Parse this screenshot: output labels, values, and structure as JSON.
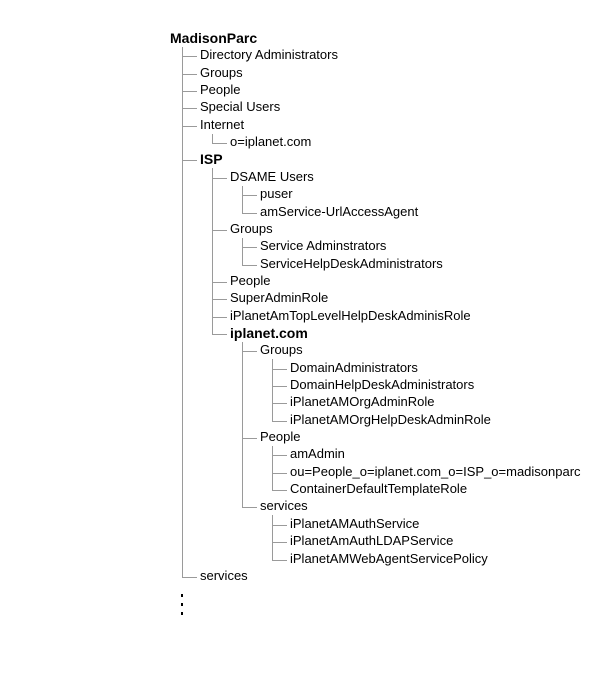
{
  "tree": {
    "label": "MadisonParc",
    "bold": true,
    "children": [
      {
        "label": "Directory Administrators"
      },
      {
        "label": "Groups"
      },
      {
        "label": "People"
      },
      {
        "label": "Special Users"
      },
      {
        "label": "Internet",
        "children": [
          {
            "label": "o=iplanet.com"
          }
        ]
      },
      {
        "label": "ISP",
        "bold": true,
        "children": [
          {
            "label": "DSAME Users",
            "children": [
              {
                "label": "puser"
              },
              {
                "label": "amService-UrlAccessAgent"
              }
            ]
          },
          {
            "label": "Groups",
            "children": [
              {
                "label": "Service Adminstrators"
              },
              {
                "label": "ServiceHelpDeskAdministrators"
              }
            ]
          },
          {
            "label": "People"
          },
          {
            "label": "SuperAdminRole"
          },
          {
            "label": "iPlanetAmTopLevelHelpDeskAdminisRole"
          },
          {
            "label": "iplanet.com",
            "bold": true,
            "children": [
              {
                "label": "Groups",
                "children": [
                  {
                    "label": "DomainAdministrators"
                  },
                  {
                    "label": "DomainHelpDeskAdministrators"
                  },
                  {
                    "label": "iPlanetAMOrgAdminRole"
                  },
                  {
                    "label": "iPlanetAMOrgHelpDeskAdminRole"
                  }
                ]
              },
              {
                "label": "People",
                "children": [
                  {
                    "label": "amAdmin"
                  },
                  {
                    "label": "ou=People_o=iplanet.com_o=ISP_o=madisonparc"
                  },
                  {
                    "label": "ContainerDefaultTemplateRole"
                  }
                ]
              },
              {
                "label": "services",
                "children": [
                  {
                    "label": "iPlanetAMAuthService"
                  },
                  {
                    "label": "iPlanetAmAuthLDAPService"
                  },
                  {
                    "label": "iPlanetAMWebAgentServicePolicy"
                  }
                ]
              }
            ]
          }
        ]
      },
      {
        "label": "services"
      }
    ]
  },
  "continuation": "more-items-ellipsis"
}
